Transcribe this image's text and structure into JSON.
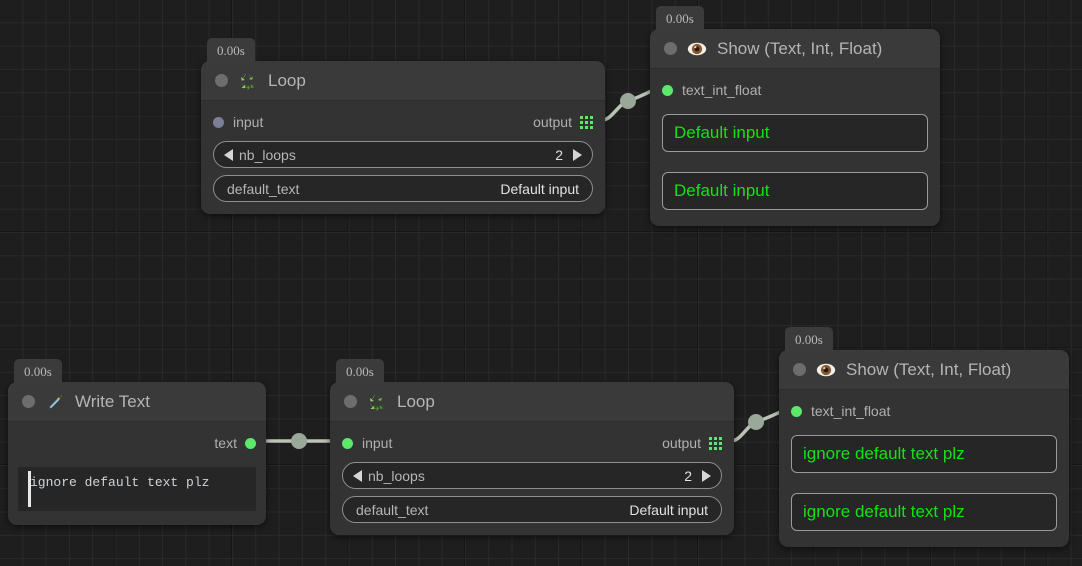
{
  "app": {
    "kind": "node-graph-editor",
    "background": "#1e1e1e",
    "grid_color": "#2a2a2a"
  },
  "colors": {
    "accent_green": "#5de86a",
    "display_text_green": "#15e215",
    "port_idle": "#7b7f97",
    "node_body": "#333333",
    "node_header": "#3a3a3a",
    "wire": "#b9c4b6"
  },
  "nodes": [
    {
      "id": "loop-top",
      "timer": "0.00s",
      "title": "Loop",
      "icon": "recycle-icon",
      "inputs": [
        {
          "label": "input",
          "connected": false
        }
      ],
      "outputs": [
        {
          "label": "output",
          "icon": "grid-list-icon"
        }
      ],
      "widgets": [
        {
          "name": "nb_loops",
          "value": "2",
          "stepper": true
        },
        {
          "name": "default_text",
          "value": "Default input",
          "stepper": false
        }
      ]
    },
    {
      "id": "show-top",
      "timer": "0.00s",
      "title": "Show (Text, Int, Float)",
      "icon": "eye-icon",
      "inputs": [
        {
          "label": "text_int_float",
          "connected": true
        }
      ],
      "displays": [
        "Default input",
        "Default input"
      ]
    },
    {
      "id": "write-text",
      "timer": "0.00s",
      "title": "Write Text",
      "icon": "pen-nib-icon",
      "outputs": [
        {
          "label": "text",
          "connected": true
        }
      ],
      "textarea": {
        "value": "ignore default text plz",
        "caret": true
      }
    },
    {
      "id": "loop-bottom",
      "timer": "0.00s",
      "title": "Loop",
      "icon": "recycle-icon",
      "inputs": [
        {
          "label": "input",
          "connected": true
        }
      ],
      "outputs": [
        {
          "label": "output",
          "icon": "grid-list-icon"
        }
      ],
      "widgets": [
        {
          "name": "nb_loops",
          "value": "2",
          "stepper": true
        },
        {
          "name": "default_text",
          "value": "Default input",
          "stepper": false
        }
      ]
    },
    {
      "id": "show-bottom",
      "timer": "0.00s",
      "title": "Show (Text, Int, Float)",
      "icon": "eye-icon",
      "inputs": [
        {
          "label": "text_int_float",
          "connected": true
        }
      ],
      "displays": [
        "ignore default text plz",
        "ignore default text plz"
      ]
    }
  ],
  "connections": [
    {
      "from": "loop-top.output",
      "to": "show-top.text_int_float"
    },
    {
      "from": "write-text.text",
      "to": "loop-bottom.input"
    },
    {
      "from": "loop-bottom.output",
      "to": "show-bottom.text_int_float"
    }
  ]
}
